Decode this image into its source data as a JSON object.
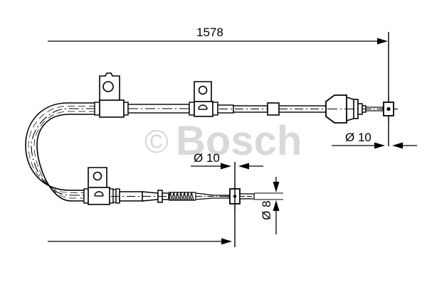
{
  "drawing": {
    "title": "Bosch brake cable technical drawing",
    "line_color": "#000000",
    "background_color": "#ffffff",
    "watermark": {
      "copyright_symbol": "©",
      "brand": "Bosch",
      "color": "#d9d9d9"
    },
    "dimensions": {
      "overall_length": {
        "label": "1578",
        "name": "overall-length-dimension"
      },
      "upper_end_diameter": {
        "label": "Ø 10",
        "name": "upper-end-diameter"
      },
      "lower_end_diameter_10": {
        "label": "Ø 10",
        "name": "lower-end-diameter-10"
      },
      "lower_end_diameter_8": {
        "label": "Ø 8",
        "name": "lower-end-diameter-8"
      }
    },
    "parts": {
      "upper_cable": "upper-cable-assembly",
      "lower_cable": "lower-cable-assembly",
      "u_bend": "cable-u-bend",
      "bracket_1": "mounting-bracket-upper-left",
      "bracket_2": "mounting-bracket-upper-right",
      "bracket_3": "mounting-bracket-lower",
      "boot": "rubber-boot",
      "spring": "return-spring",
      "clevis_upper": "clevis-end-fitting-upper",
      "clevis_lower": "clevis-end-fitting-lower",
      "clip": "cable-retaining-clip"
    }
  }
}
